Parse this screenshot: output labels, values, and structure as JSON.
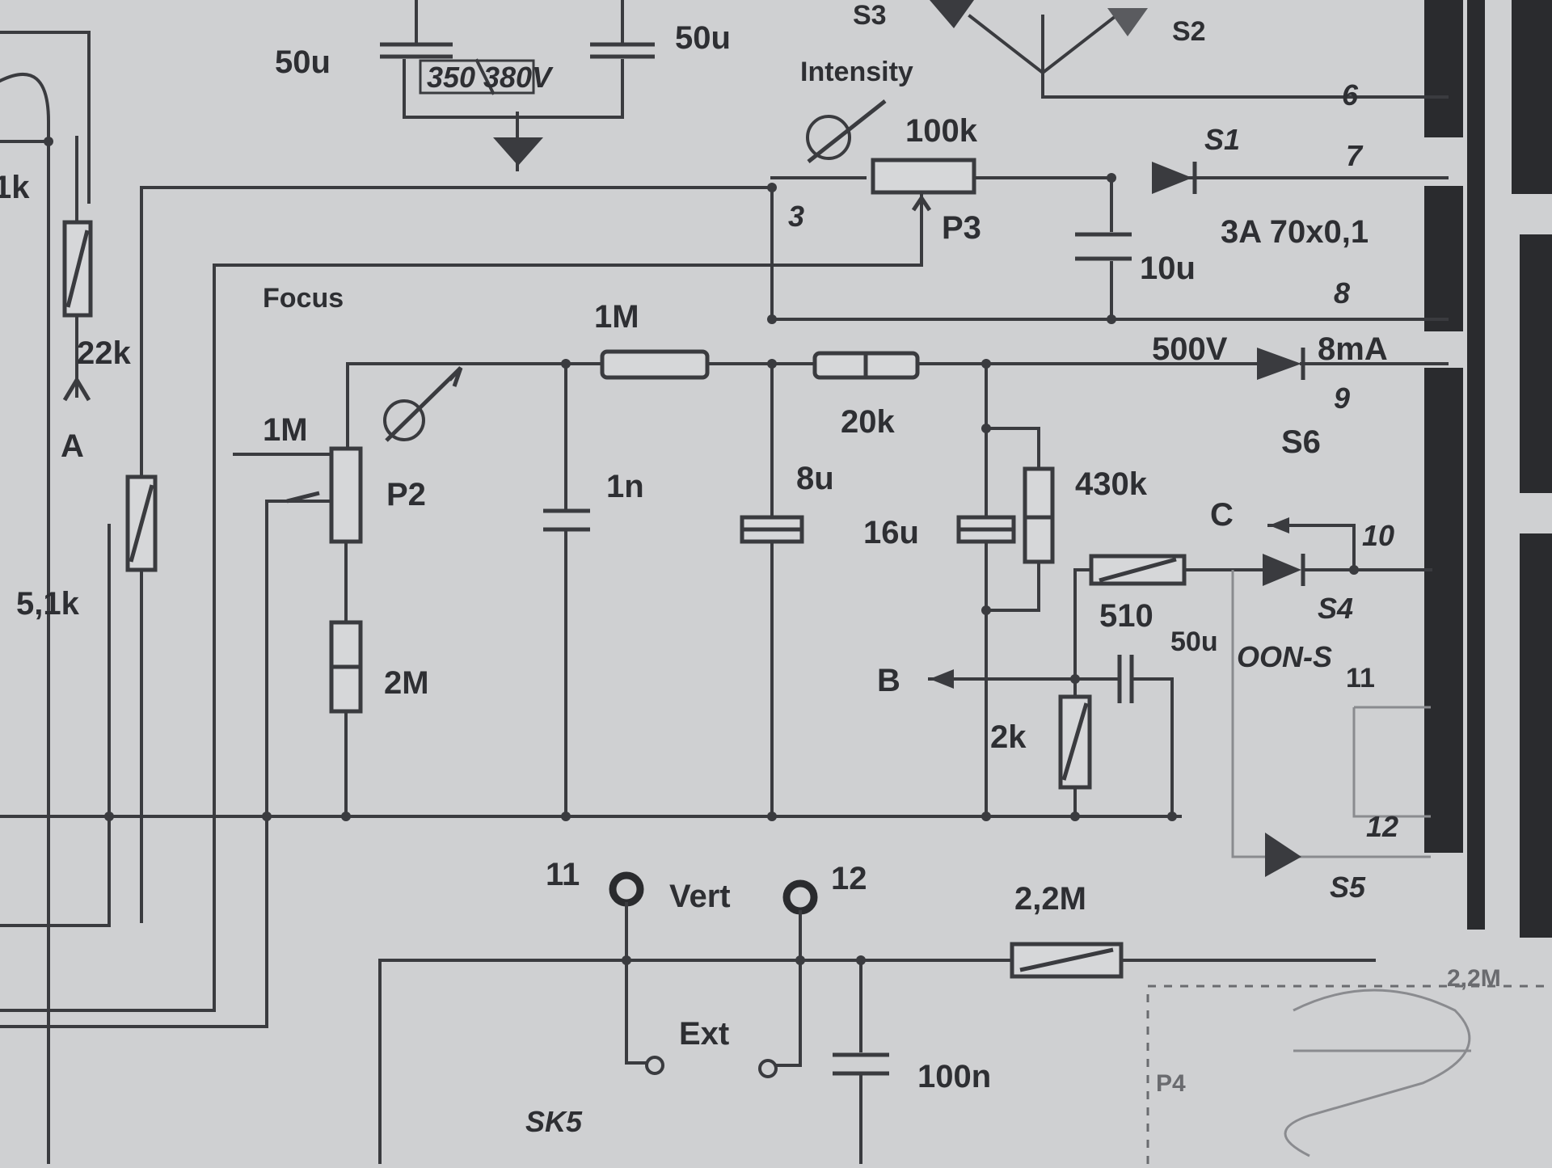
{
  "labels": {
    "c50u_left": "50u",
    "c50u_right": "50u",
    "v350": "350",
    "v380": "380V",
    "s3": "S3",
    "s2": "S2",
    "intensity": "Intensity",
    "r100k": "100k",
    "p3": "P3",
    "node3": "3",
    "c10u": "10u",
    "tube_3a": "3A 70x0,1",
    "node6": "6",
    "node7": "7",
    "node8": "8",
    "s1": "S1",
    "focus": "Focus",
    "r1m_top": "1M",
    "r20k": "20k",
    "v500": "500V",
    "i8ma": "8mA",
    "node9": "9",
    "s6": "S6",
    "r1m_left": "1M",
    "p2": "P2",
    "c1n": "1n",
    "c8u": "8u",
    "c16u": "16u",
    "r430k": "430k",
    "term_c": "C",
    "node10": "10",
    "r22k": "22k",
    "term_a": "A",
    "r5_1k": "5,1k",
    "r2m": "2M",
    "r510": "510",
    "c50u_mid": "50u",
    "s4": "S4",
    "oon": "OON-S",
    "node11_small": "11",
    "term_b": "B",
    "r2k": "2k",
    "node12_small": "12",
    "s5": "S5",
    "j11": "11",
    "vert": "Vert",
    "j12": "12",
    "r2_2m": "2,2M",
    "ext": "Ext",
    "c100n": "100n",
    "sk5": "SK5",
    "partial_k": "1k",
    "partial_2_2m": "2,2M",
    "partial_bottom": "P4"
  },
  "colors": {
    "paper": "#cfd0d2",
    "ink": "#2e2f33",
    "faint_ink": "#6a6b6f"
  }
}
